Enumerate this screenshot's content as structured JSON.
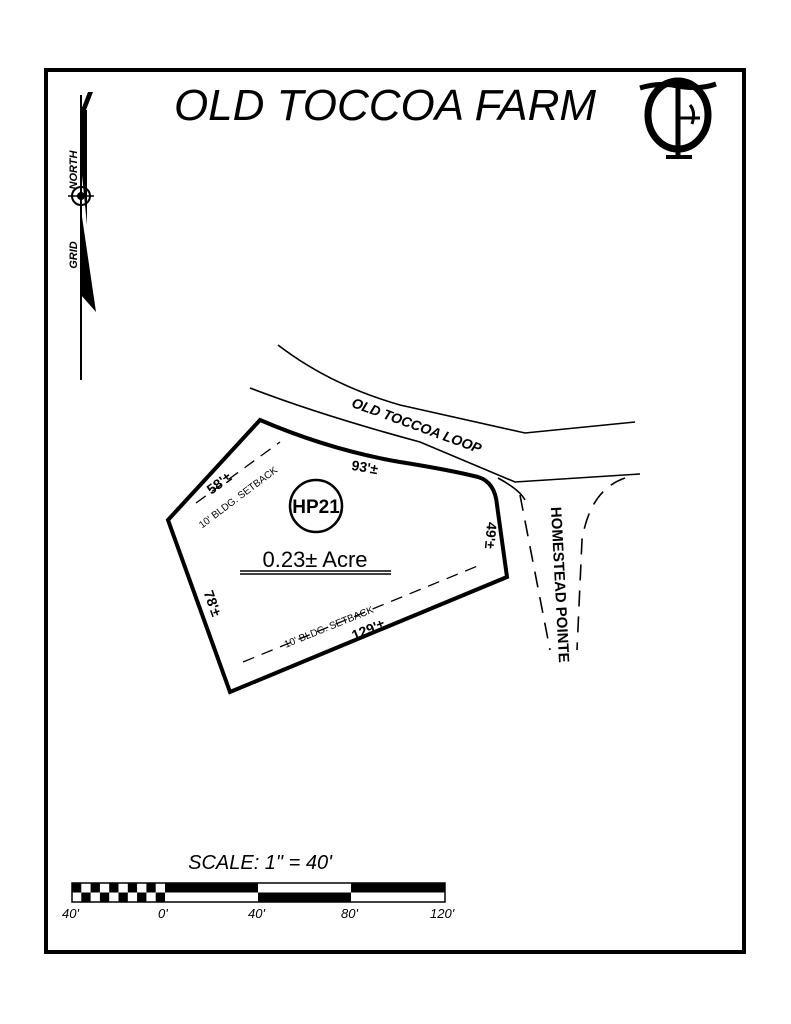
{
  "title": "OLD TOCCOA FARM",
  "logo": "OTF",
  "north_arrow": {
    "north_label": "NORTH",
    "grid_label": "GRID"
  },
  "roads": {
    "loop": "OLD TOCCOA LOOP",
    "pointe": "HOMESTEAD POINTE"
  },
  "lot": {
    "id": "HP21",
    "area": "0.23± Acre",
    "dims": {
      "north": "93'±",
      "northwest": "58'±",
      "east": "49'±",
      "west": "78'±",
      "south": "129'±"
    },
    "setback_top": "10' BLDG. SETBACK",
    "setback_bottom": "10' BLDG. SETBACK"
  },
  "scale": {
    "label": "SCALE:  1\" = 40'",
    "ticks": [
      "40'",
      "0'",
      "40'",
      "80'",
      "120'"
    ]
  }
}
